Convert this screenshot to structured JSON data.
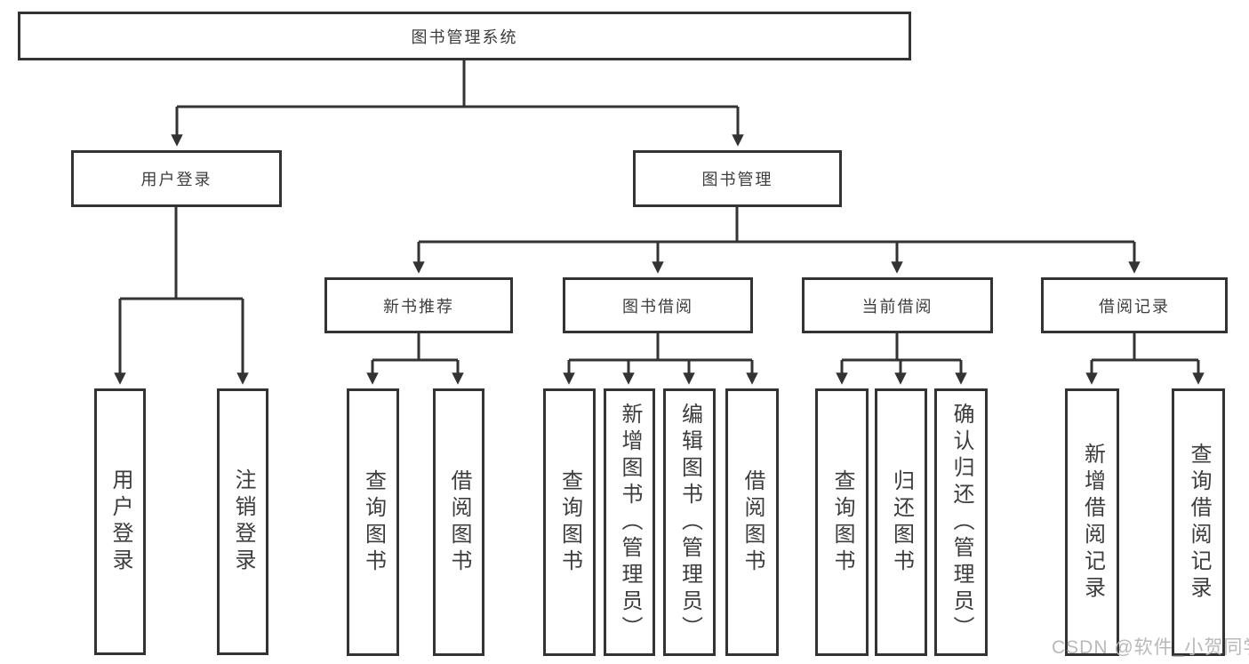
{
  "diagram": {
    "root": {
      "label": "图书管理系统"
    },
    "level2": [
      {
        "id": "user-login",
        "label": "用户登录"
      },
      {
        "id": "book-management",
        "label": "图书管理"
      }
    ],
    "level3": [
      {
        "id": "new-book-recommend",
        "label": "新书推荐"
      },
      {
        "id": "book-borrowing",
        "label": "图书借阅"
      },
      {
        "id": "current-borrowing",
        "label": "当前借阅"
      },
      {
        "id": "borrowing-records",
        "label": "借阅记录"
      }
    ],
    "level4": [
      {
        "id": "user-login-action",
        "label": "用户登录"
      },
      {
        "id": "logout-action",
        "label": "注销登录"
      },
      {
        "id": "query-books-1",
        "label": "查询图书"
      },
      {
        "id": "borrow-books-1",
        "label": "借阅图书"
      },
      {
        "id": "query-books-2",
        "label": "查询图书"
      },
      {
        "id": "add-books-admin",
        "label": "新增图书（管理员）"
      },
      {
        "id": "edit-books-admin",
        "label": "编辑图书（管理员）"
      },
      {
        "id": "borrow-books-2",
        "label": "借阅图书"
      },
      {
        "id": "query-books-3",
        "label": "查询图书"
      },
      {
        "id": "return-books",
        "label": "归还图书"
      },
      {
        "id": "confirm-return-admin",
        "label": "确认归还（管理员）"
      },
      {
        "id": "add-borrow-record",
        "label": "新增借阅记录"
      },
      {
        "id": "query-borrow-record",
        "label": "查询借阅记录"
      }
    ],
    "watermark": "CSDN @软件_小贺同学",
    "colors": {
      "line": "#333333",
      "text": "#3d3d3d",
      "watermark": "#b9b9b9",
      "background": "#ffffff"
    }
  }
}
